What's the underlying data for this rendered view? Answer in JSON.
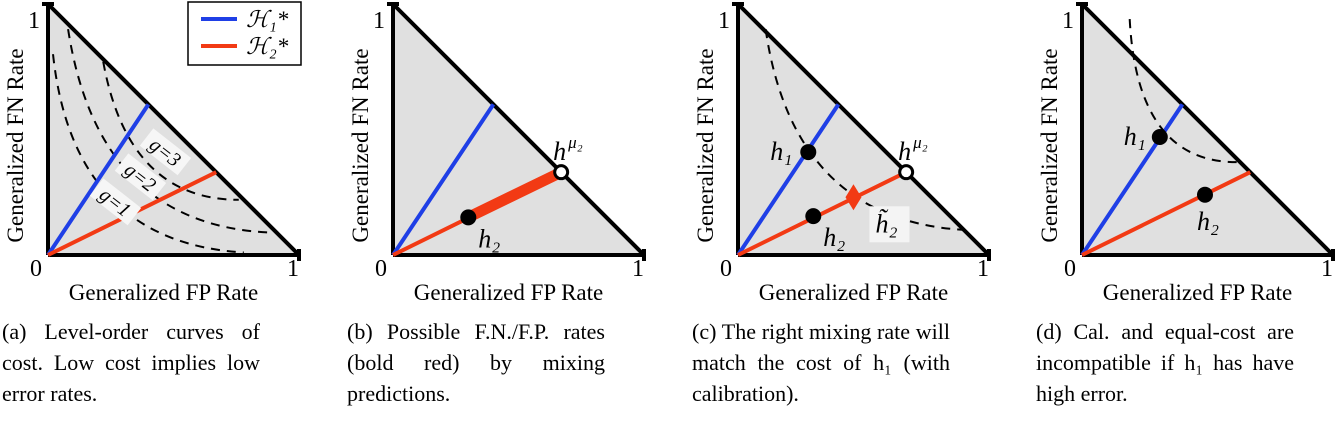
{
  "axis": {
    "xlabel": "Generalized FP Rate",
    "ylabel": "Generalized FN Rate",
    "tick_zero": "0",
    "tick_one": "1"
  },
  "legend": {
    "items": [
      {
        "label": "ℋ₁*",
        "color": "#1f3fe6"
      },
      {
        "label": "ℋ₂*",
        "color": "#f23a14"
      }
    ]
  },
  "colors": {
    "region": "#e0e0e0",
    "h1_line": "#1f3fe6",
    "h2_line": "#f23a14"
  },
  "panels": [
    {
      "id": "a",
      "level_labels": [
        "g=1",
        "g=2",
        "g=3"
      ],
      "caption": "(a) Level-order curves of cost. Low cost implies low error rates."
    },
    {
      "id": "b",
      "points": {
        "h2": "h₂",
        "hmu": {
          "base": "h",
          "sup": "μ₂"
        }
      },
      "caption": "(b) Possible F.N./F.P. rates (bold red) by mixing predictions."
    },
    {
      "id": "c",
      "points": {
        "h1": "h₁",
        "h2": "h₂",
        "h2tilde": "h̃₂",
        "hmu": {
          "base": "h",
          "sup": "μ₂"
        }
      },
      "caption": "(c) The right mixing rate will match the cost of h₁ (with calibration)."
    },
    {
      "id": "d",
      "points": {
        "h1": "h₁",
        "h2": "h₂"
      },
      "caption": "(d) Cal. and equal-cost are incompatible if h₁ has have high error."
    }
  ]
}
